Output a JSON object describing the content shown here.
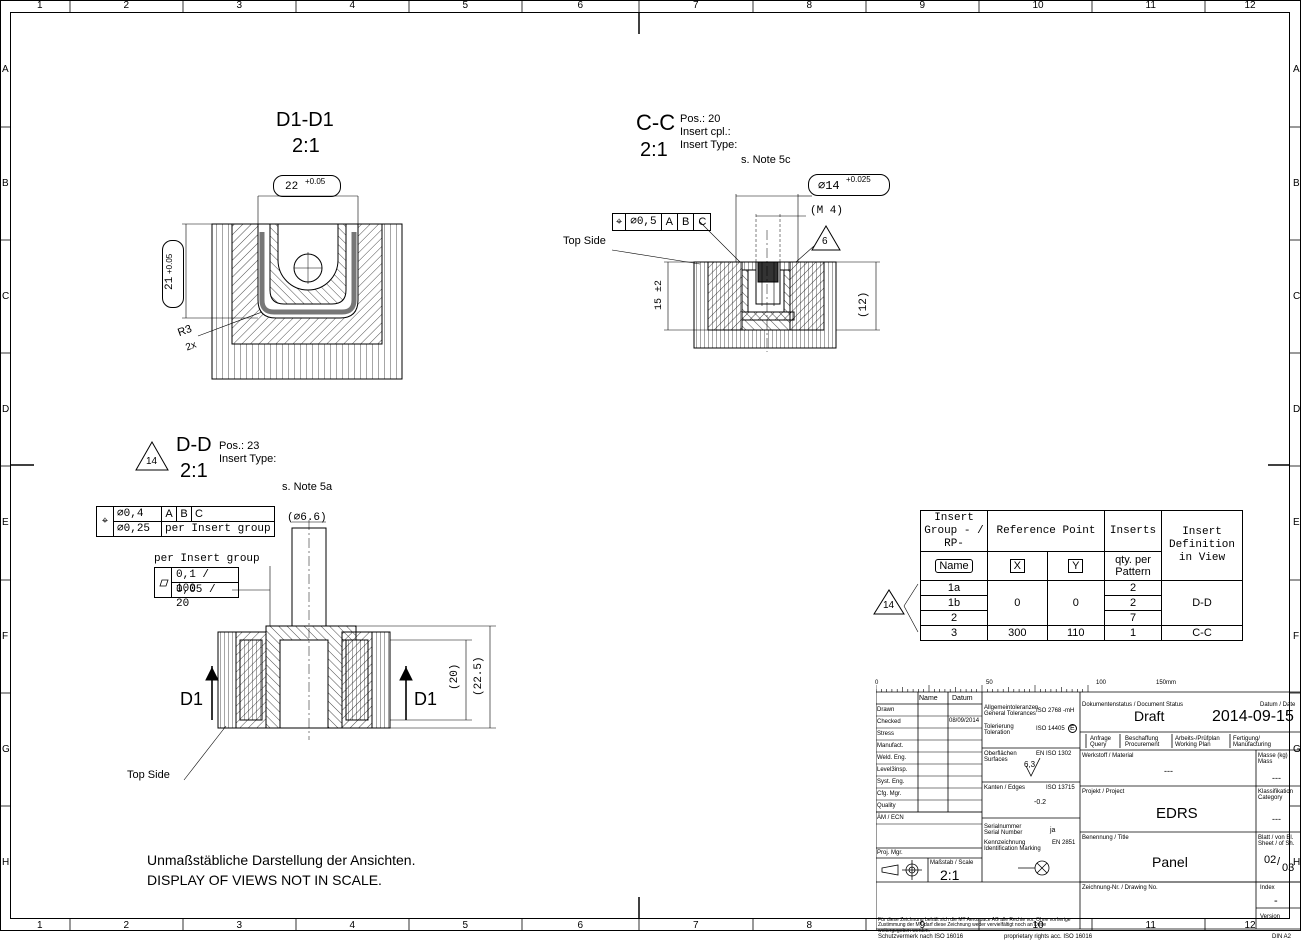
{
  "frame": {
    "col_numbers": [
      "1",
      "2",
      "3",
      "4",
      "5",
      "6",
      "7",
      "8",
      "9",
      "10",
      "11",
      "12"
    ],
    "row_letters": [
      "A",
      "B",
      "C",
      "D",
      "E",
      "F",
      "G",
      "H"
    ]
  },
  "view_d1": {
    "title": "D1-D1",
    "scale": "2:1",
    "dim_width": "22",
    "dim_width_tol": "+0.05",
    "dim_height": "21",
    "dim_height_tol": "+0.05",
    "radius": "R3",
    "radius_count": "2x"
  },
  "view_cc": {
    "title": "C-C",
    "scale": "2:1",
    "pos": "Pos.: 20",
    "insert_cpl": "Insert cpl.:",
    "insert_type": "Insert Type:",
    "note": "s. Note 5c",
    "dim_diam": "∅14",
    "dim_diam_tol": "+0.025",
    "thread": "(M 4)",
    "fcf": [
      "⌖",
      "∅0,5",
      "A",
      "B",
      "C"
    ],
    "flag": "6",
    "top_side": "Top Side",
    "dim_15": "15 ±2",
    "dim_12": "(12)"
  },
  "view_dd": {
    "title": "D-D",
    "scale": "2:1",
    "pos": "Pos.: 23",
    "insert_type": "Insert Type:",
    "note": "s. Note 5a",
    "flag": "14",
    "fcf_row1": [
      "∅0,4",
      "A",
      "B",
      "C"
    ],
    "fcf_row2": [
      "∅0,25",
      "per Insert group"
    ],
    "fcf_symbol": "⌖",
    "flat_header": "per Insert group",
    "flat_row1": "0,1 / 100",
    "flat_row2": "0,05 / 20",
    "dim_diam": "(∅6.6)",
    "dim_20": "(20)",
    "dim_225": "(22.5)",
    "section_left": "D1",
    "section_right": "D1",
    "top_side": "Top Side"
  },
  "note_scale": {
    "line1": "Unmaßstäbliche Darstellung der Ansichten.",
    "line2": "DISPLAY OF VIEWS NOT IN SCALE."
  },
  "insert_table": {
    "flag": "14",
    "headers": {
      "group": "Insert Group - / RP-",
      "ref_point": "Reference Point",
      "inserts": "Inserts",
      "definition": "Insert Definition in View",
      "name": "Name",
      "x": "X",
      "y": "Y",
      "qty": "qty. per Pattern"
    },
    "rows": [
      {
        "group": "1a",
        "x": "0",
        "y": "0",
        "qty": "2",
        "view": "D-D"
      },
      {
        "group": "1b",
        "x": "",
        "y": "",
        "qty": "2",
        "view": ""
      },
      {
        "group": "2",
        "x": "",
        "y": "",
        "qty": "7",
        "view": ""
      },
      {
        "group": "3",
        "x": "300",
        "y": "110",
        "qty": "1",
        "view": "C-C"
      }
    ]
  },
  "title_block": {
    "ruler": [
      "0",
      "50",
      "100",
      "150mm"
    ],
    "col_name": "Name",
    "col_date": "Datum",
    "roles": [
      "Drawn",
      "Checked",
      "Stress",
      "Manufact.",
      "Weld. Eng.",
      "Level3insp.",
      "Syst. Eng.",
      "Cfg. Mgr.",
      "Quality",
      "ÄM / ECN",
      "",
      "Proj. Mgr."
    ],
    "drawn_date": "08/09/2014",
    "scale_label": "Maßstab / Scale",
    "scale_value": "2:1",
    "gen_tol_label": "Allgemeintoleranzen General Tolerances",
    "gen_tol_value": "ISO 2768 -mH",
    "toler_label": "Tolerierung Toleration",
    "toler_value": "ISO 14405",
    "toler_mark": "E",
    "surf_label": "Oberflächen Surfaces",
    "surf_value": "EN ISO 1302",
    "surf_rough": "6,3",
    "edges_label": "Kanten / Edges",
    "edges_value": "ISO 13715",
    "edges_tol": "-0.2",
    "serial_label": "Serialnummer Serial Number",
    "serial_value": "ja",
    "marking_label": "Kennzeichnung Identification Marking",
    "marking_value": "EN 2851",
    "status_label": "Dokumentenstatus / Document Status",
    "status_value": "Draft",
    "date_label": "Datum / Date",
    "date_value": "2014-09-15",
    "phases": [
      "Anfrage Query",
      "Beschaffung Procurement",
      "Arbeits-/Prüfplan Working Plan",
      "Fertigung/ Manufacturing"
    ],
    "material_label": "Werkstoff / Material",
    "material_value": "---",
    "mass_label": "Masse (kg) Mass",
    "mass_value": "---",
    "project_label": "Projekt / Project",
    "project_value": "EDRS",
    "class_label": "Klassifikation Category",
    "class_value": "---",
    "title_label": "Benennung / Title",
    "title_value": "Panel",
    "sheet_label": "Blatt / von Bl. Sheet / of Sh.",
    "sheet_value": "02",
    "sheet_total": "03",
    "drawing_no_label": "Zeichnung-Nr. / Drawing No.",
    "index_label": "Index",
    "index_value": "-",
    "version_label": "Version",
    "rights_text": "Für diese Zeichnung behält sich die MT Aerospace AG alle Rechte vor. Ohne vorherige Zustimmung der MT darf diese Zeichnung weder vervielfältigt noch an Dritte weitergegeben werden.",
    "footer_left": "Schutzvermerk nach ISO 16016",
    "footer_mid": "proprietary rights acc. ISO 16016",
    "footer_right": "DIN A2"
  }
}
